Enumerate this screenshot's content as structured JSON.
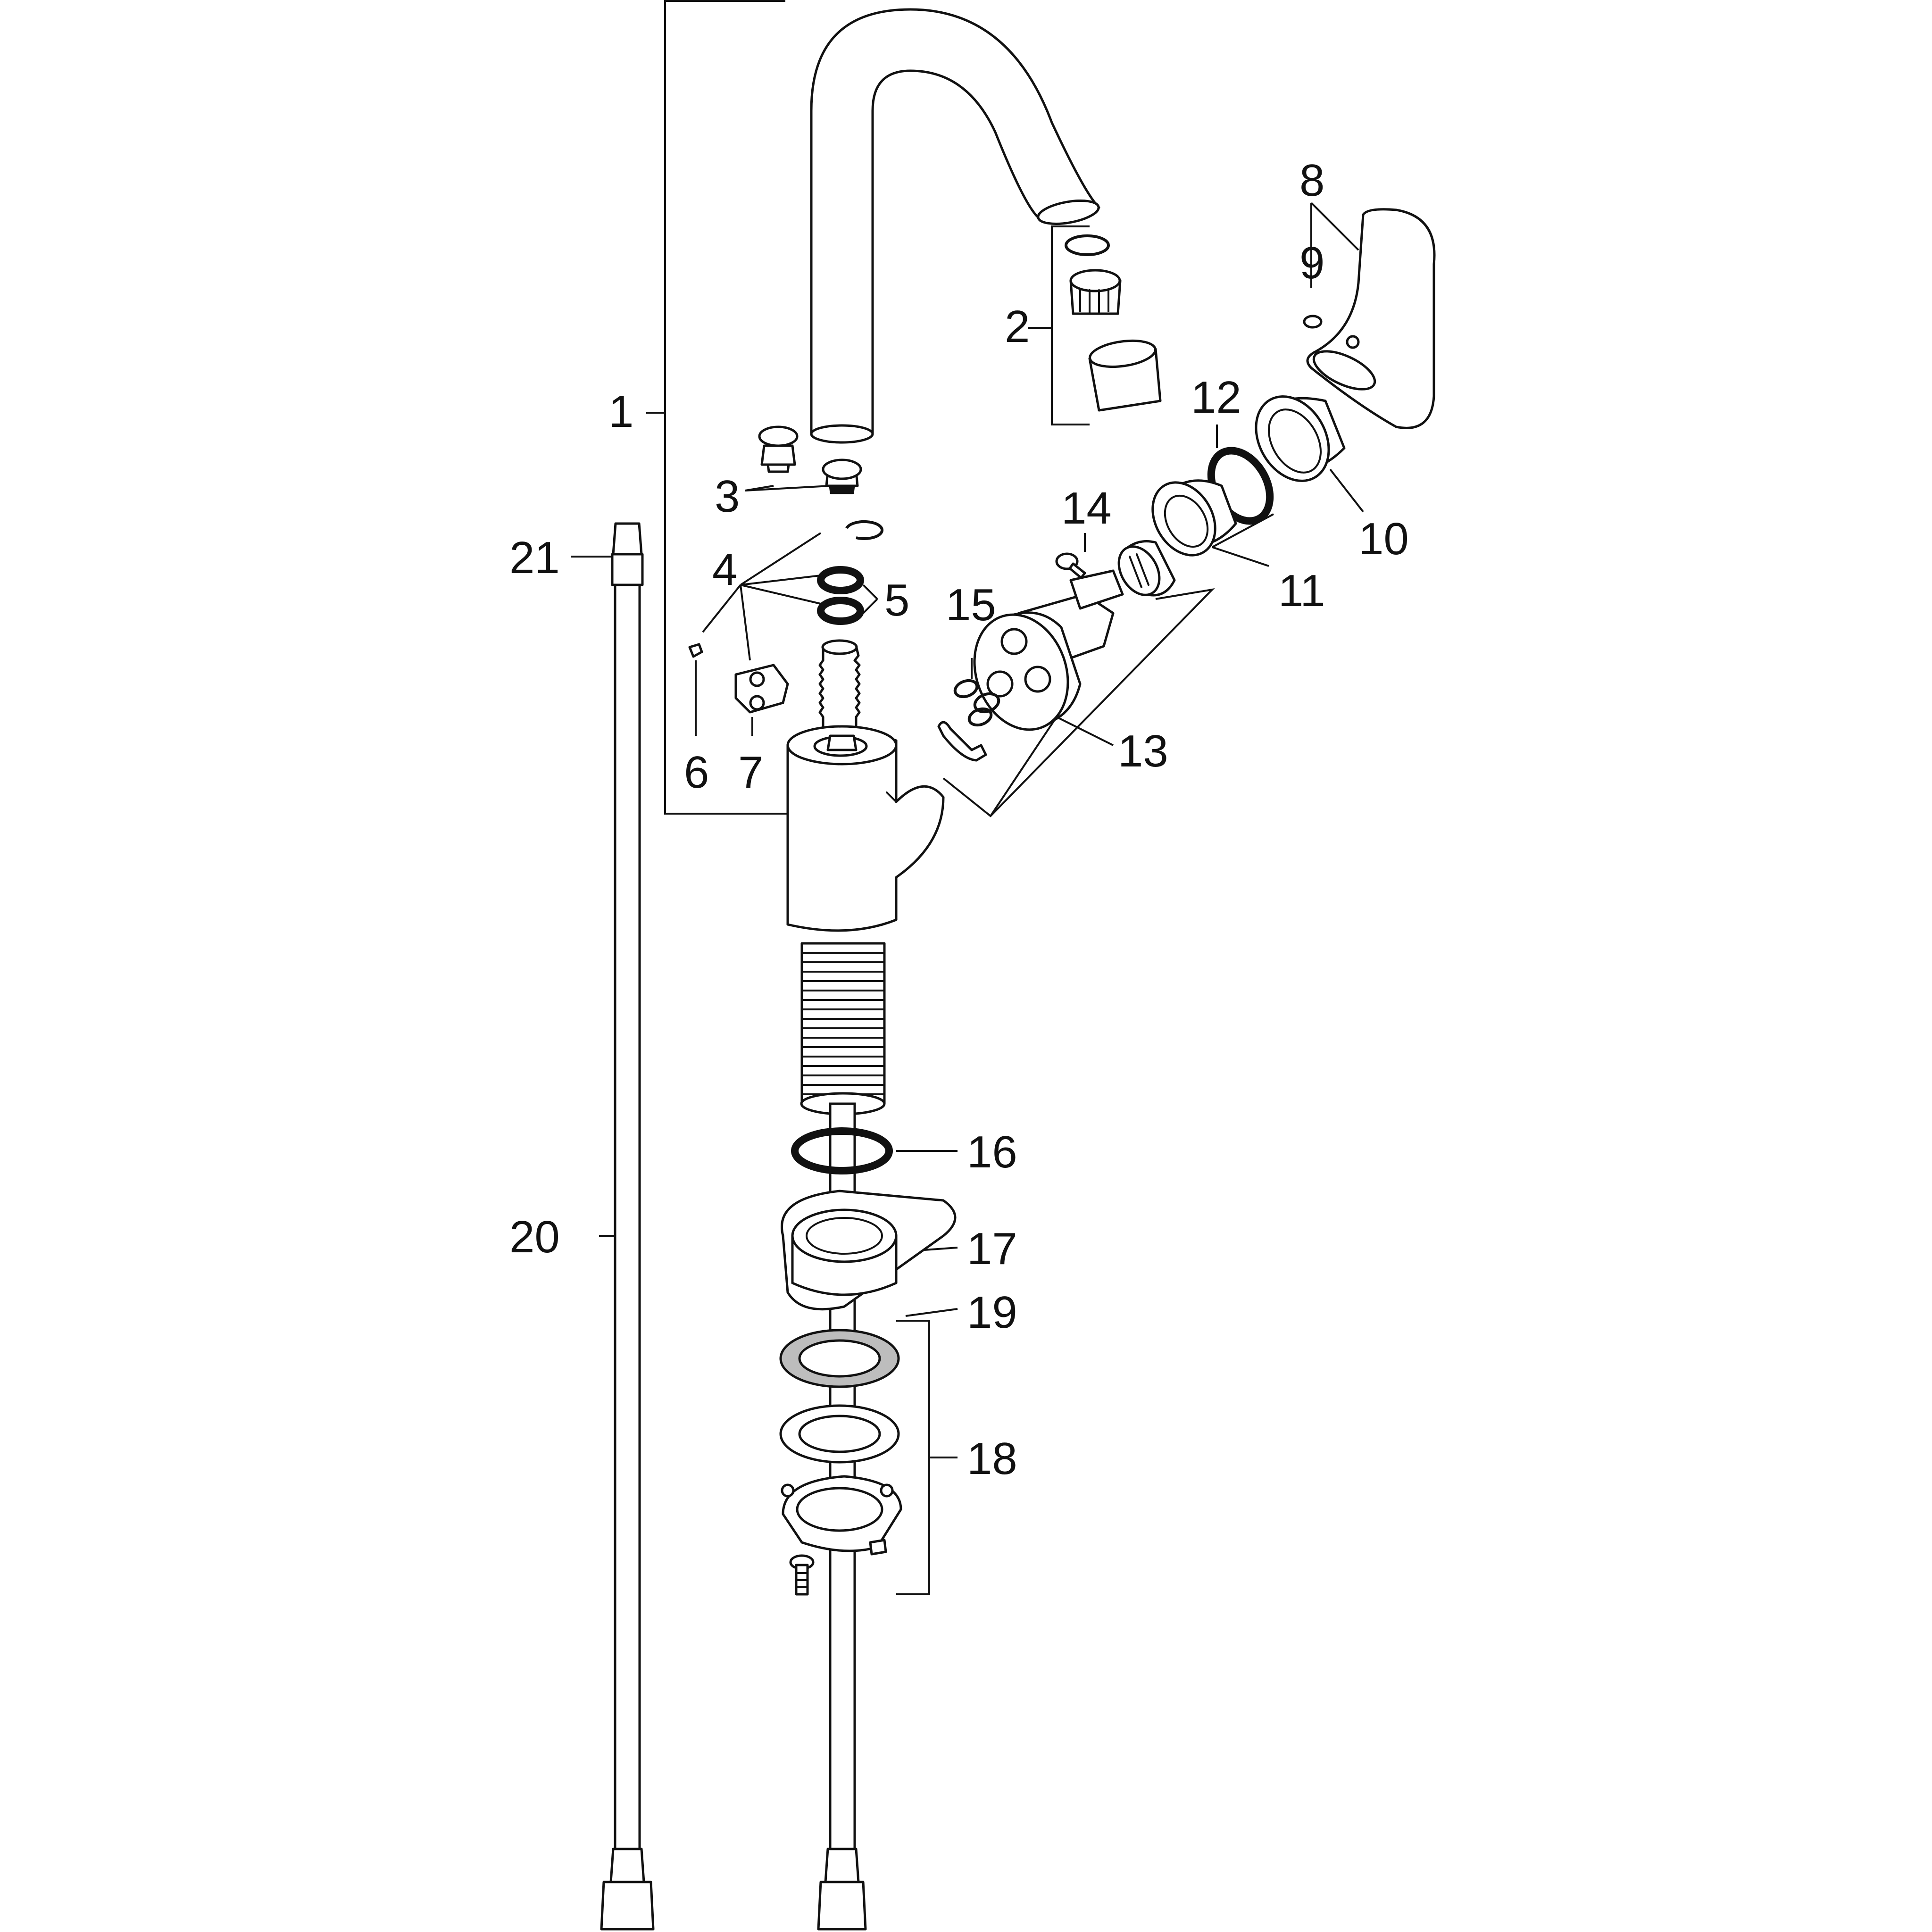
{
  "labels": {
    "l1": "1",
    "l2": "2",
    "l3": "3",
    "l4": "4",
    "l5": "5",
    "l6": "6",
    "l7": "7",
    "l8": "8",
    "l9": "9",
    "l10": "10",
    "l11": "11",
    "l12": "12",
    "l13": "13",
    "l14": "14",
    "l15": "15",
    "l16": "16",
    "l17": "17",
    "l18": "18",
    "l19": "19",
    "l20": "20",
    "l21": "21"
  },
  "colors": {
    "line": "#111111",
    "background": "#ffffff",
    "washer_fill": "#bdbdbd"
  }
}
